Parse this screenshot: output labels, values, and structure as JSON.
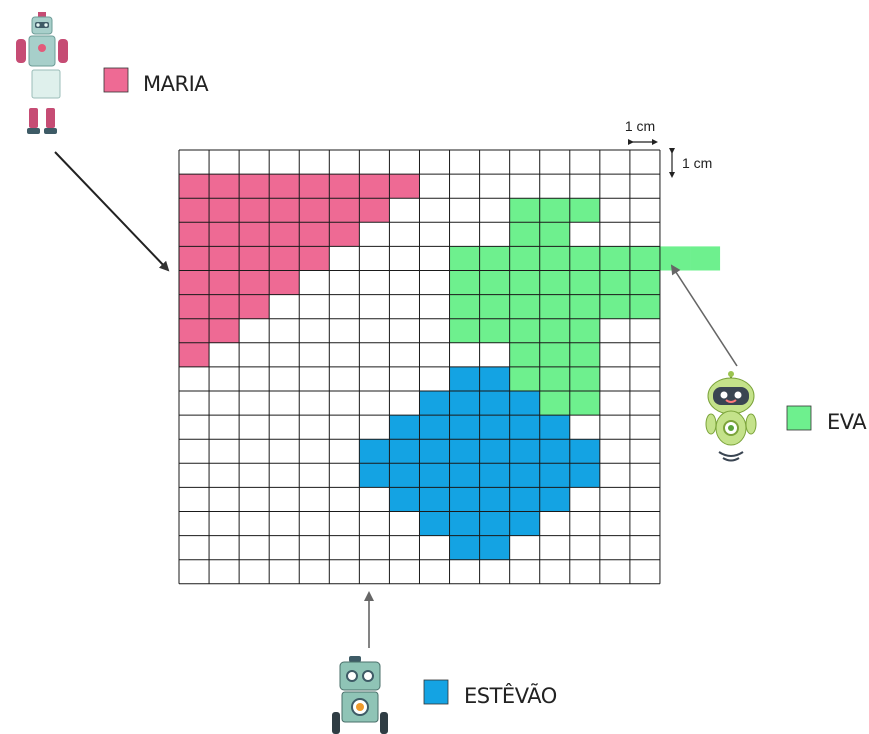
{
  "grid": {
    "columns": 16,
    "rows": 18,
    "cell_cm": 1
  },
  "scale_labels": {
    "horizontal": "1 cm",
    "vertical": "1 cm"
  },
  "legend": [
    {
      "name": "MARIA",
      "color": "#ee6a94",
      "robot_icon": "humanoid-robot-icon"
    },
    {
      "name": "EVA",
      "color": "#6ef08e",
      "robot_icon": "round-bot-icon"
    },
    {
      "name": "ESTÊVÃO",
      "color": "#14a3e3",
      "robot_icon": "box-robot-icon"
    }
  ],
  "shapes": {
    "MARIA": [
      [
        0,
        8
      ],
      [
        0,
        7
      ],
      [
        0,
        6
      ],
      [
        0,
        5
      ],
      [
        0,
        4
      ],
      [
        0,
        3
      ],
      [
        0,
        2
      ],
      [
        0,
        1
      ]
    ],
    "EVA": [
      [
        2,
        3
      ],
      [
        2,
        2
      ],
      [
        0,
        9
      ],
      [
        0,
        7
      ],
      [
        0,
        7
      ],
      [
        0,
        5
      ],
      [
        2,
        3
      ],
      [
        2,
        3
      ],
      [
        3,
        2
      ]
    ],
    "ESTÊVÃO": [
      [
        6,
        2
      ],
      [
        5,
        4
      ],
      [
        4,
        6
      ],
      [
        3,
        8
      ],
      [
        3,
        8
      ],
      [
        4,
        6
      ],
      [
        5,
        4
      ],
      [
        6,
        2
      ]
    ]
  }
}
